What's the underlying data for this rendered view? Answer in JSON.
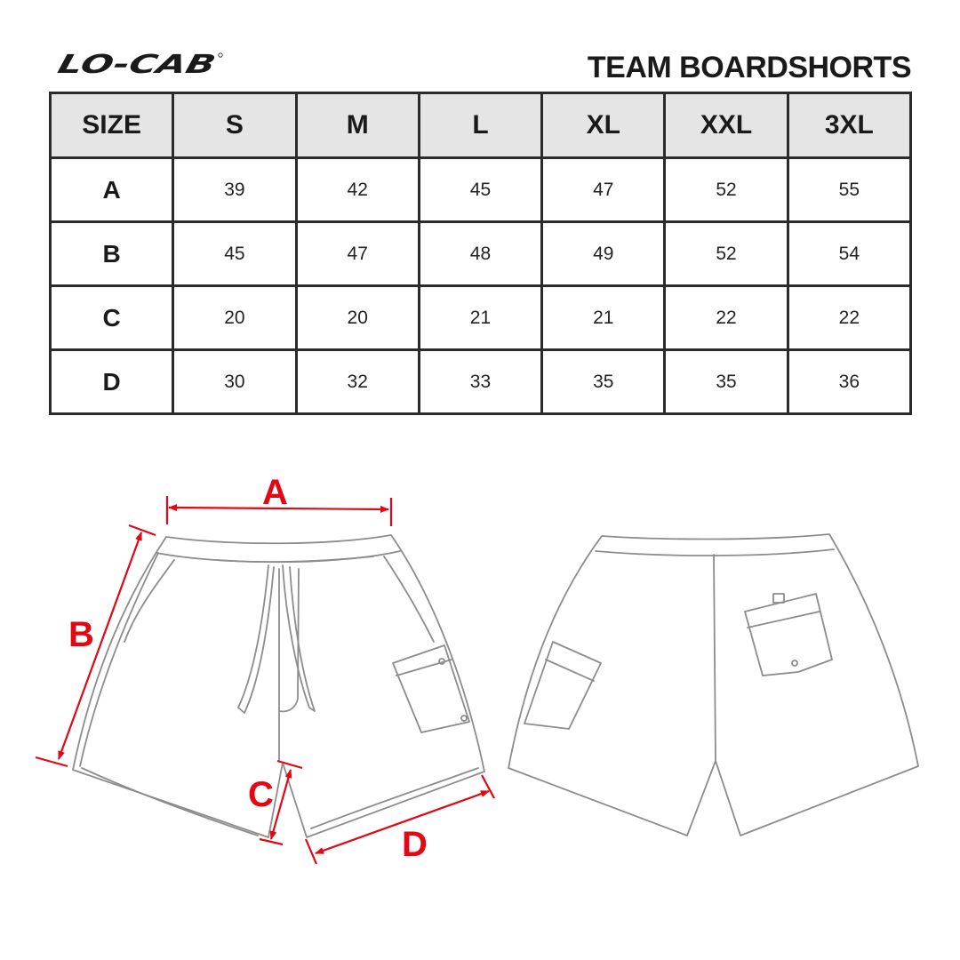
{
  "brand": {
    "logo_text": "LO-CAB"
  },
  "header": {
    "title": "TEAM BOARDSHORTS"
  },
  "table": {
    "corner": "SIZE",
    "columns": [
      "S",
      "M",
      "L",
      "XL",
      "XXL",
      "3XL"
    ],
    "rows": [
      {
        "label": "A",
        "values": [
          "39",
          "42",
          "45",
          "47",
          "52",
          "55"
        ]
      },
      {
        "label": "B",
        "values": [
          "45",
          "47",
          "48",
          "49",
          "52",
          "54"
        ]
      },
      {
        "label": "C",
        "values": [
          "20",
          "20",
          "21",
          "21",
          "22",
          "22"
        ]
      },
      {
        "label": "D",
        "values": [
          "30",
          "32",
          "33",
          "35",
          "35",
          "36"
        ]
      }
    ]
  },
  "diagram": {
    "labels": {
      "a": "A",
      "b": "B",
      "c": "C",
      "d": "D"
    },
    "accent_color": "#e30613",
    "outline_color": "#8c8c8c"
  }
}
